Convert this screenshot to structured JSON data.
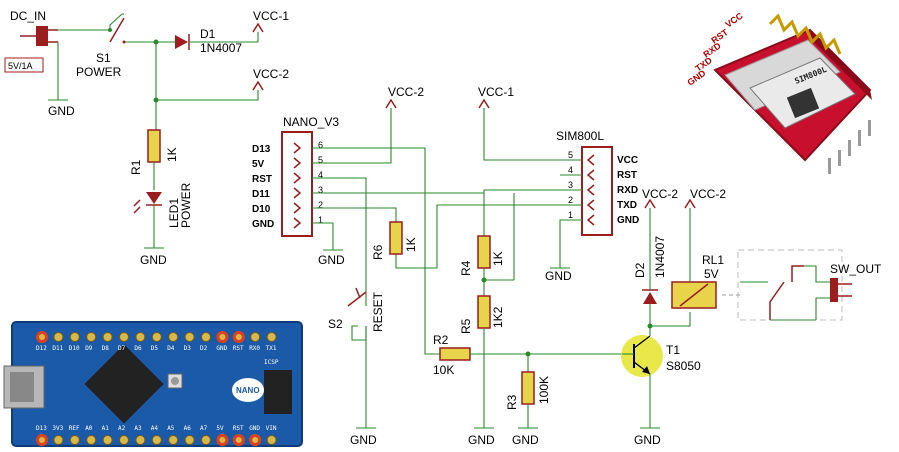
{
  "power": {
    "dc_in": "DC_IN",
    "rating": "5V/1A",
    "switch_ref": "S1",
    "switch_name": "POWER",
    "diode_ref": "D1",
    "diode_part": "1N4007",
    "vcc1": "VCC-1",
    "vcc2": "VCC-2",
    "gnd": "GND",
    "resistor_ref": "R1",
    "resistor_val": "1K",
    "led_ref": "LED1",
    "led_name": "POWER"
  },
  "nano": {
    "title": "NANO_V3",
    "pins": [
      "D13",
      "5V",
      "RST",
      "D11",
      "D10",
      "GND"
    ],
    "nums": [
      "6",
      "5",
      "4",
      "3",
      "2",
      "1"
    ],
    "vcc2": "VCC-2"
  },
  "sim": {
    "title": "SIM800L",
    "pins": [
      "VCC",
      "RST",
      "RXD",
      "TXD",
      "GND"
    ],
    "nums": [
      "5",
      "4",
      "3",
      "2",
      "1"
    ],
    "vcc1": "VCC-1"
  },
  "parts": {
    "r6_ref": "R6",
    "r6_val": "1K",
    "r4_ref": "R4",
    "r4_val": "1K",
    "r5_ref": "R5",
    "r5_val": "1K2",
    "r2_ref": "R2",
    "r2_val": "10K",
    "r3_ref": "R3",
    "r3_val": "100K",
    "s2_ref": "S2",
    "s2_name": "RESET",
    "d2_ref": "D2",
    "d2_part": "1N4007",
    "rl_ref": "RL1",
    "rl_val": "5V",
    "t_ref": "T1",
    "t_part": "S8050",
    "sw_out": "SW_OUT",
    "vcc2a": "VCC-2",
    "vcc2b": "VCC-2",
    "gnd": "GND"
  },
  "module_photo": {
    "pins": [
      "VCC",
      "RST",
      "RXD",
      "TXD",
      "GND"
    ],
    "chip": "SIM800L"
  },
  "nano_photo": {
    "top_pins": [
      "D12",
      "D11",
      "D10",
      "D9",
      "D8",
      "D7",
      "D6",
      "D5",
      "D4",
      "D3",
      "D2",
      "GND",
      "RST",
      "RX0",
      "TX1"
    ],
    "bottom_pins": [
      "D13",
      "3V3",
      "REF",
      "A0",
      "A1",
      "A2",
      "A3",
      "A4",
      "A5",
      "A6",
      "A7",
      "5V",
      "RST",
      "GND",
      "VIN"
    ],
    "badge": "NANO",
    "icsp": "ICSP"
  },
  "colors": {
    "wire": "#2a8a2a",
    "component": "#9b1d1d",
    "component_fill": "#e8d44a",
    "highlight": "#e0401a"
  }
}
